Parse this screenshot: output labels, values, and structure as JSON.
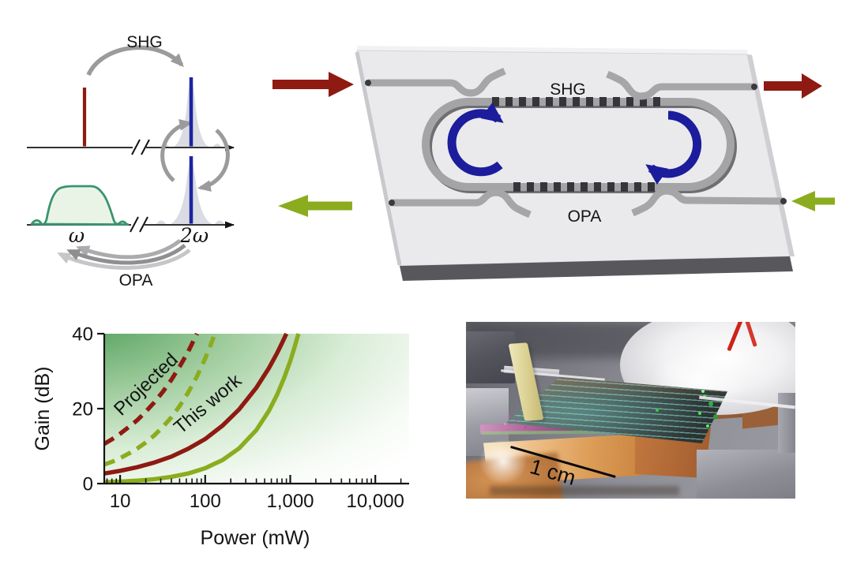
{
  "spectra_panel": {
    "shg_label": "SHG",
    "opa_label": "OPA",
    "omega_label": "ω",
    "two_omega_label": "2ω"
  },
  "chip_panel": {
    "shg_label": "SHG",
    "opa_label": "OPA"
  },
  "photo_panel": {
    "scale_label": "1 cm"
  },
  "colors": {
    "pump_red": "#8e1a12",
    "signal_green": "#8bac1e",
    "resonator_blue": "#1b1d9c",
    "arrow_gray": "#9b9b9e",
    "spectrum_teal": "#3b9470",
    "chart_green": "#4c9c56"
  },
  "chart_data": {
    "type": "line",
    "title": "",
    "xlabel": "Power (mW)",
    "ylabel": "Gain (dB)",
    "x_scale": "log",
    "xlim": [
      6.5,
      25000
    ],
    "ylim": [
      0,
      40
    ],
    "x_ticks": [
      10,
      100,
      1000,
      10000
    ],
    "x_tick_labels": [
      "10",
      "100",
      "1,000",
      "10,000"
    ],
    "y_ticks": [
      0,
      20,
      40
    ],
    "grid": false,
    "legend_position": "none",
    "annotations": [
      {
        "text": "Projected",
        "x_mw": 22.5,
        "y_db": 25.3,
        "angle": -44
      },
      {
        "text": "This work",
        "x_mw": 119,
        "y_db": 20,
        "angle": -40
      }
    ],
    "series": [
      {
        "name": "Projected red",
        "style": "dashed",
        "color": "#8e1a12",
        "points": [
          [
            6.5,
            10.6
          ],
          [
            8,
            11.8
          ],
          [
            10,
            13.3
          ],
          [
            13,
            15.3
          ],
          [
            16,
            17.0
          ],
          [
            20,
            19.2
          ],
          [
            25,
            21.6
          ],
          [
            32,
            24.6
          ],
          [
            40,
            27.7
          ],
          [
            50,
            31.2
          ],
          [
            63,
            35.2
          ],
          [
            80,
            40
          ]
        ]
      },
      {
        "name": "Projected green",
        "style": "dashed",
        "color": "#8bac1e",
        "points": [
          [
            6.5,
            5.1
          ],
          [
            8,
            5.8
          ],
          [
            10,
            6.8
          ],
          [
            13,
            8.2
          ],
          [
            16,
            9.4
          ],
          [
            20,
            11.0
          ],
          [
            25,
            12.8
          ],
          [
            32,
            15.2
          ],
          [
            40,
            17.7
          ],
          [
            50,
            20.7
          ],
          [
            63,
            24.3
          ],
          [
            80,
            28.6
          ],
          [
            100,
            33.4
          ],
          [
            115,
            36.8
          ],
          [
            130,
            40
          ]
        ]
      },
      {
        "name": "This work red",
        "style": "solid",
        "color": "#8e1a12",
        "points": [
          [
            6.5,
            2.7
          ],
          [
            10,
            3.4
          ],
          [
            16,
            4.4
          ],
          [
            25,
            5.6
          ],
          [
            40,
            7.2
          ],
          [
            63,
            9.3
          ],
          [
            100,
            11.9
          ],
          [
            160,
            15.5
          ],
          [
            250,
            19.8
          ],
          [
            400,
            25.6
          ],
          [
            560,
            30.8
          ],
          [
            700,
            34.8
          ],
          [
            800,
            37.5
          ],
          [
            900,
            40
          ]
        ]
      },
      {
        "name": "This work green",
        "style": "solid",
        "color": "#8bac1e",
        "points": [
          [
            6.5,
            0.35
          ],
          [
            10,
            0.52
          ],
          [
            16,
            0.79
          ],
          [
            25,
            1.18
          ],
          [
            40,
            1.8
          ],
          [
            63,
            2.7
          ],
          [
            100,
            4.1
          ],
          [
            160,
            6.3
          ],
          [
            250,
            9.4
          ],
          [
            400,
            14.3
          ],
          [
            560,
            19.4
          ],
          [
            700,
            23.7
          ],
          [
            850,
            28.3
          ],
          [
            1000,
            32.7
          ],
          [
            1100,
            35.7
          ],
          [
            1250,
            40
          ]
        ]
      }
    ]
  }
}
